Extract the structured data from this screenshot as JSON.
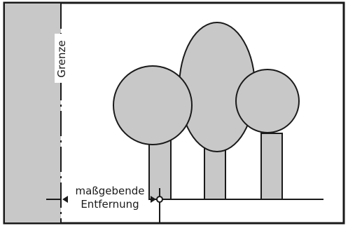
{
  "labels": {
    "boundary": "Grenze",
    "distance_line1": "maßgebende",
    "distance_line2": "Entfernung"
  },
  "colors": {
    "fill": "#c8c8c8",
    "stroke": "#1a1a1a",
    "background": "#ffffff"
  }
}
